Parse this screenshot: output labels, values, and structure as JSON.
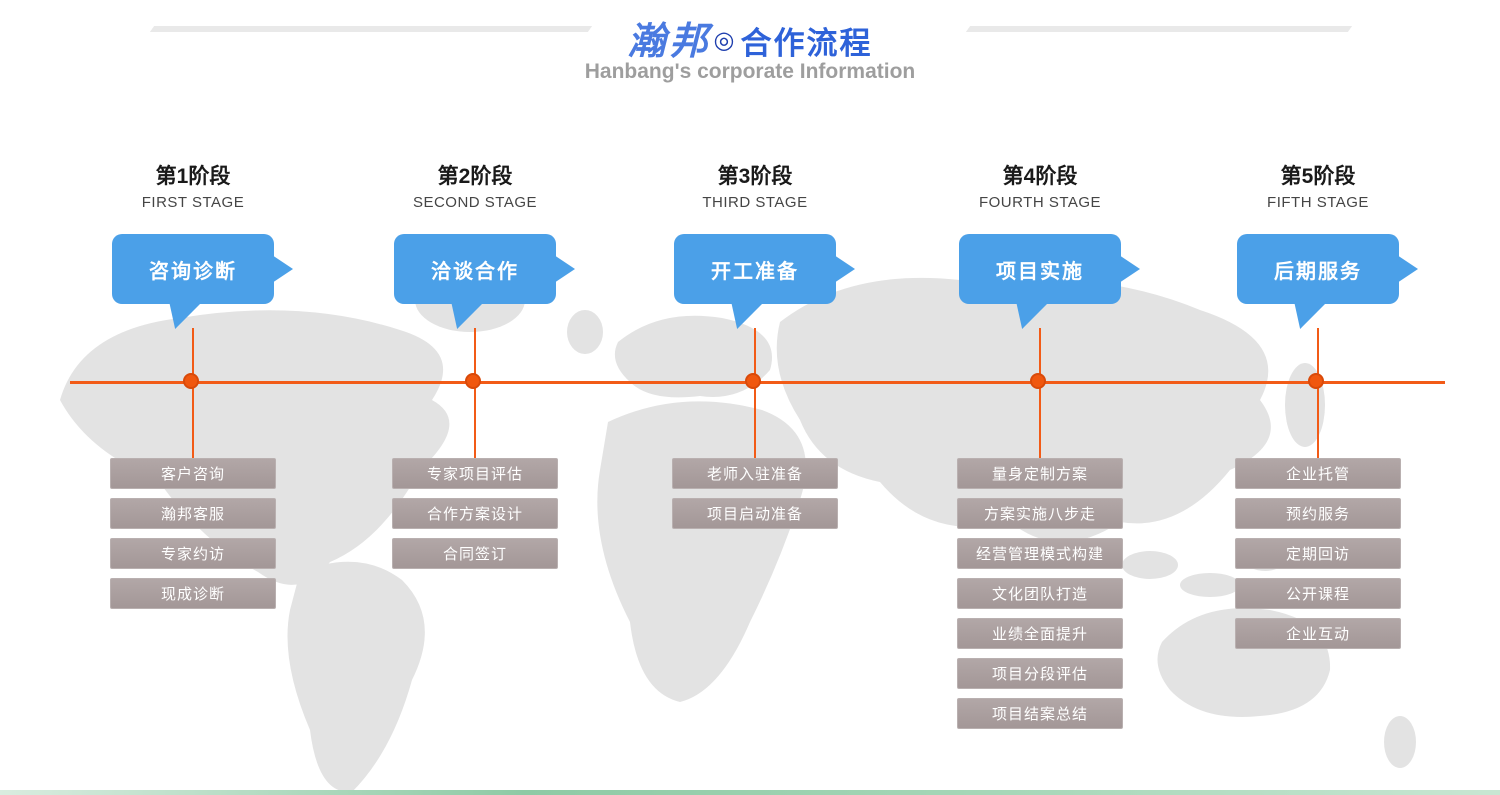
{
  "header": {
    "brand": "瀚邦",
    "separator": "◎",
    "title": "合作流程",
    "subtitle": "Hanbang's corporate Information"
  },
  "colors": {
    "title_blue": "#2e62d9",
    "brand_blue": "#4a7ae0",
    "bubble_blue": "#4ba0e8",
    "timeline_orange": "#f25b17",
    "item_gray": "#a89d9d"
  },
  "stages": [
    {
      "stage_label": "第1阶段",
      "stage_label_en": "FIRST STAGE",
      "bubble_label": "咨询诊断",
      "items": [
        "客户咨询",
        "瀚邦客服",
        "专家约访",
        "现成诊断"
      ]
    },
    {
      "stage_label": "第2阶段",
      "stage_label_en": "SECOND STAGE",
      "bubble_label": "洽谈合作",
      "items": [
        "专家项目评估",
        "合作方案设计",
        "合同签订"
      ]
    },
    {
      "stage_label": "第3阶段",
      "stage_label_en": "THIRD STAGE",
      "bubble_label": "开工准备",
      "items": [
        "老师入驻准备",
        "项目启动准备"
      ]
    },
    {
      "stage_label": "第4阶段",
      "stage_label_en": "FOURTH STAGE",
      "bubble_label": "项目实施",
      "items": [
        "量身定制方案",
        "方案实施八步走",
        "经营管理模式构建",
        "文化团队打造",
        "业绩全面提升",
        "项目分段评估",
        "项目结案总结"
      ]
    },
    {
      "stage_label": "第5阶段",
      "stage_label_en": "FIFTH STAGE",
      "bubble_label": "后期服务",
      "items": [
        "企业托管",
        "预约服务",
        "定期回访",
        "公开课程",
        "企业互动"
      ]
    }
  ]
}
